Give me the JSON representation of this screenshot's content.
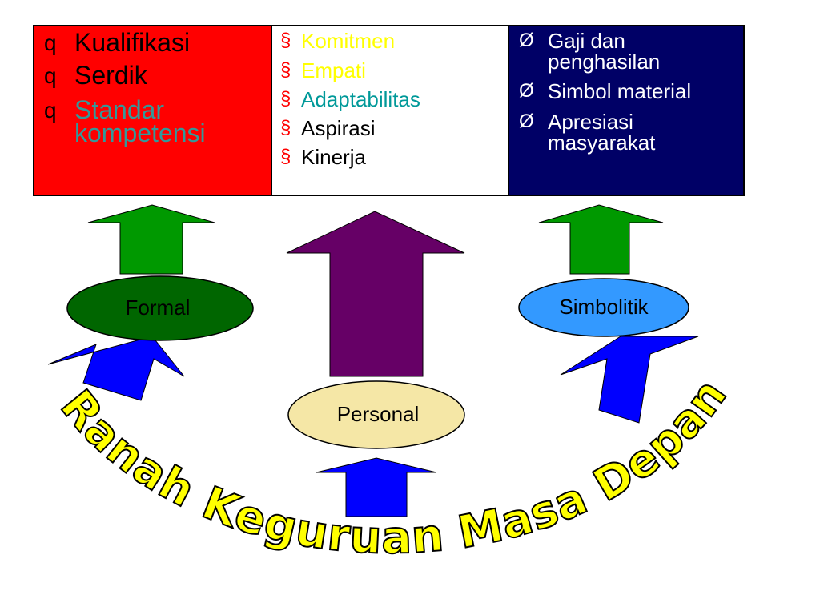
{
  "columns": {
    "formal": {
      "bg": "#ff0000",
      "bullet": "q",
      "items": [
        {
          "line1": "Kualifikasi",
          "line2": "",
          "color": "#000000"
        },
        {
          "line1": "Serdik",
          "line2": "",
          "color": "#000000"
        },
        {
          "line1": "Standar",
          "line2": "kompetensi",
          "color": "#33999a"
        }
      ]
    },
    "personal": {
      "bg": "#ffffff",
      "bullet": "§",
      "items": [
        {
          "text": "Komitmen",
          "color": "#ffff00"
        },
        {
          "text": "Empati",
          "color": "#ffff00"
        },
        {
          "text": "Adaptabilitas",
          "color": "#009999"
        },
        {
          "text": "Aspirasi",
          "color": "#000000"
        },
        {
          "text": "Kinerja",
          "color": "#000000"
        }
      ]
    },
    "simbolitik": {
      "bg": "#000066",
      "bullet": "Ø",
      "items": [
        {
          "line1": "Gaji dan",
          "line2": "penghasilan"
        },
        {
          "line1": "Simbol material",
          "line2": ""
        },
        {
          "line1": "Apresiasi",
          "line2": "masyarakat"
        }
      ]
    }
  },
  "nodes": {
    "formal": "Formal",
    "simbolitik": "Simbolitik",
    "personal": "Personal"
  },
  "arc_text": "Ranah Keguruan Masa Depan",
  "colors": {
    "green_arrow": "#009900",
    "purple_arrow": "#660066",
    "blue_arrow": "#0000ff",
    "formal_node": "#006600",
    "simbolitik_node": "#3399ff",
    "personal_node": "#f5e7a6",
    "arc_text_fill": "#ffff00"
  }
}
